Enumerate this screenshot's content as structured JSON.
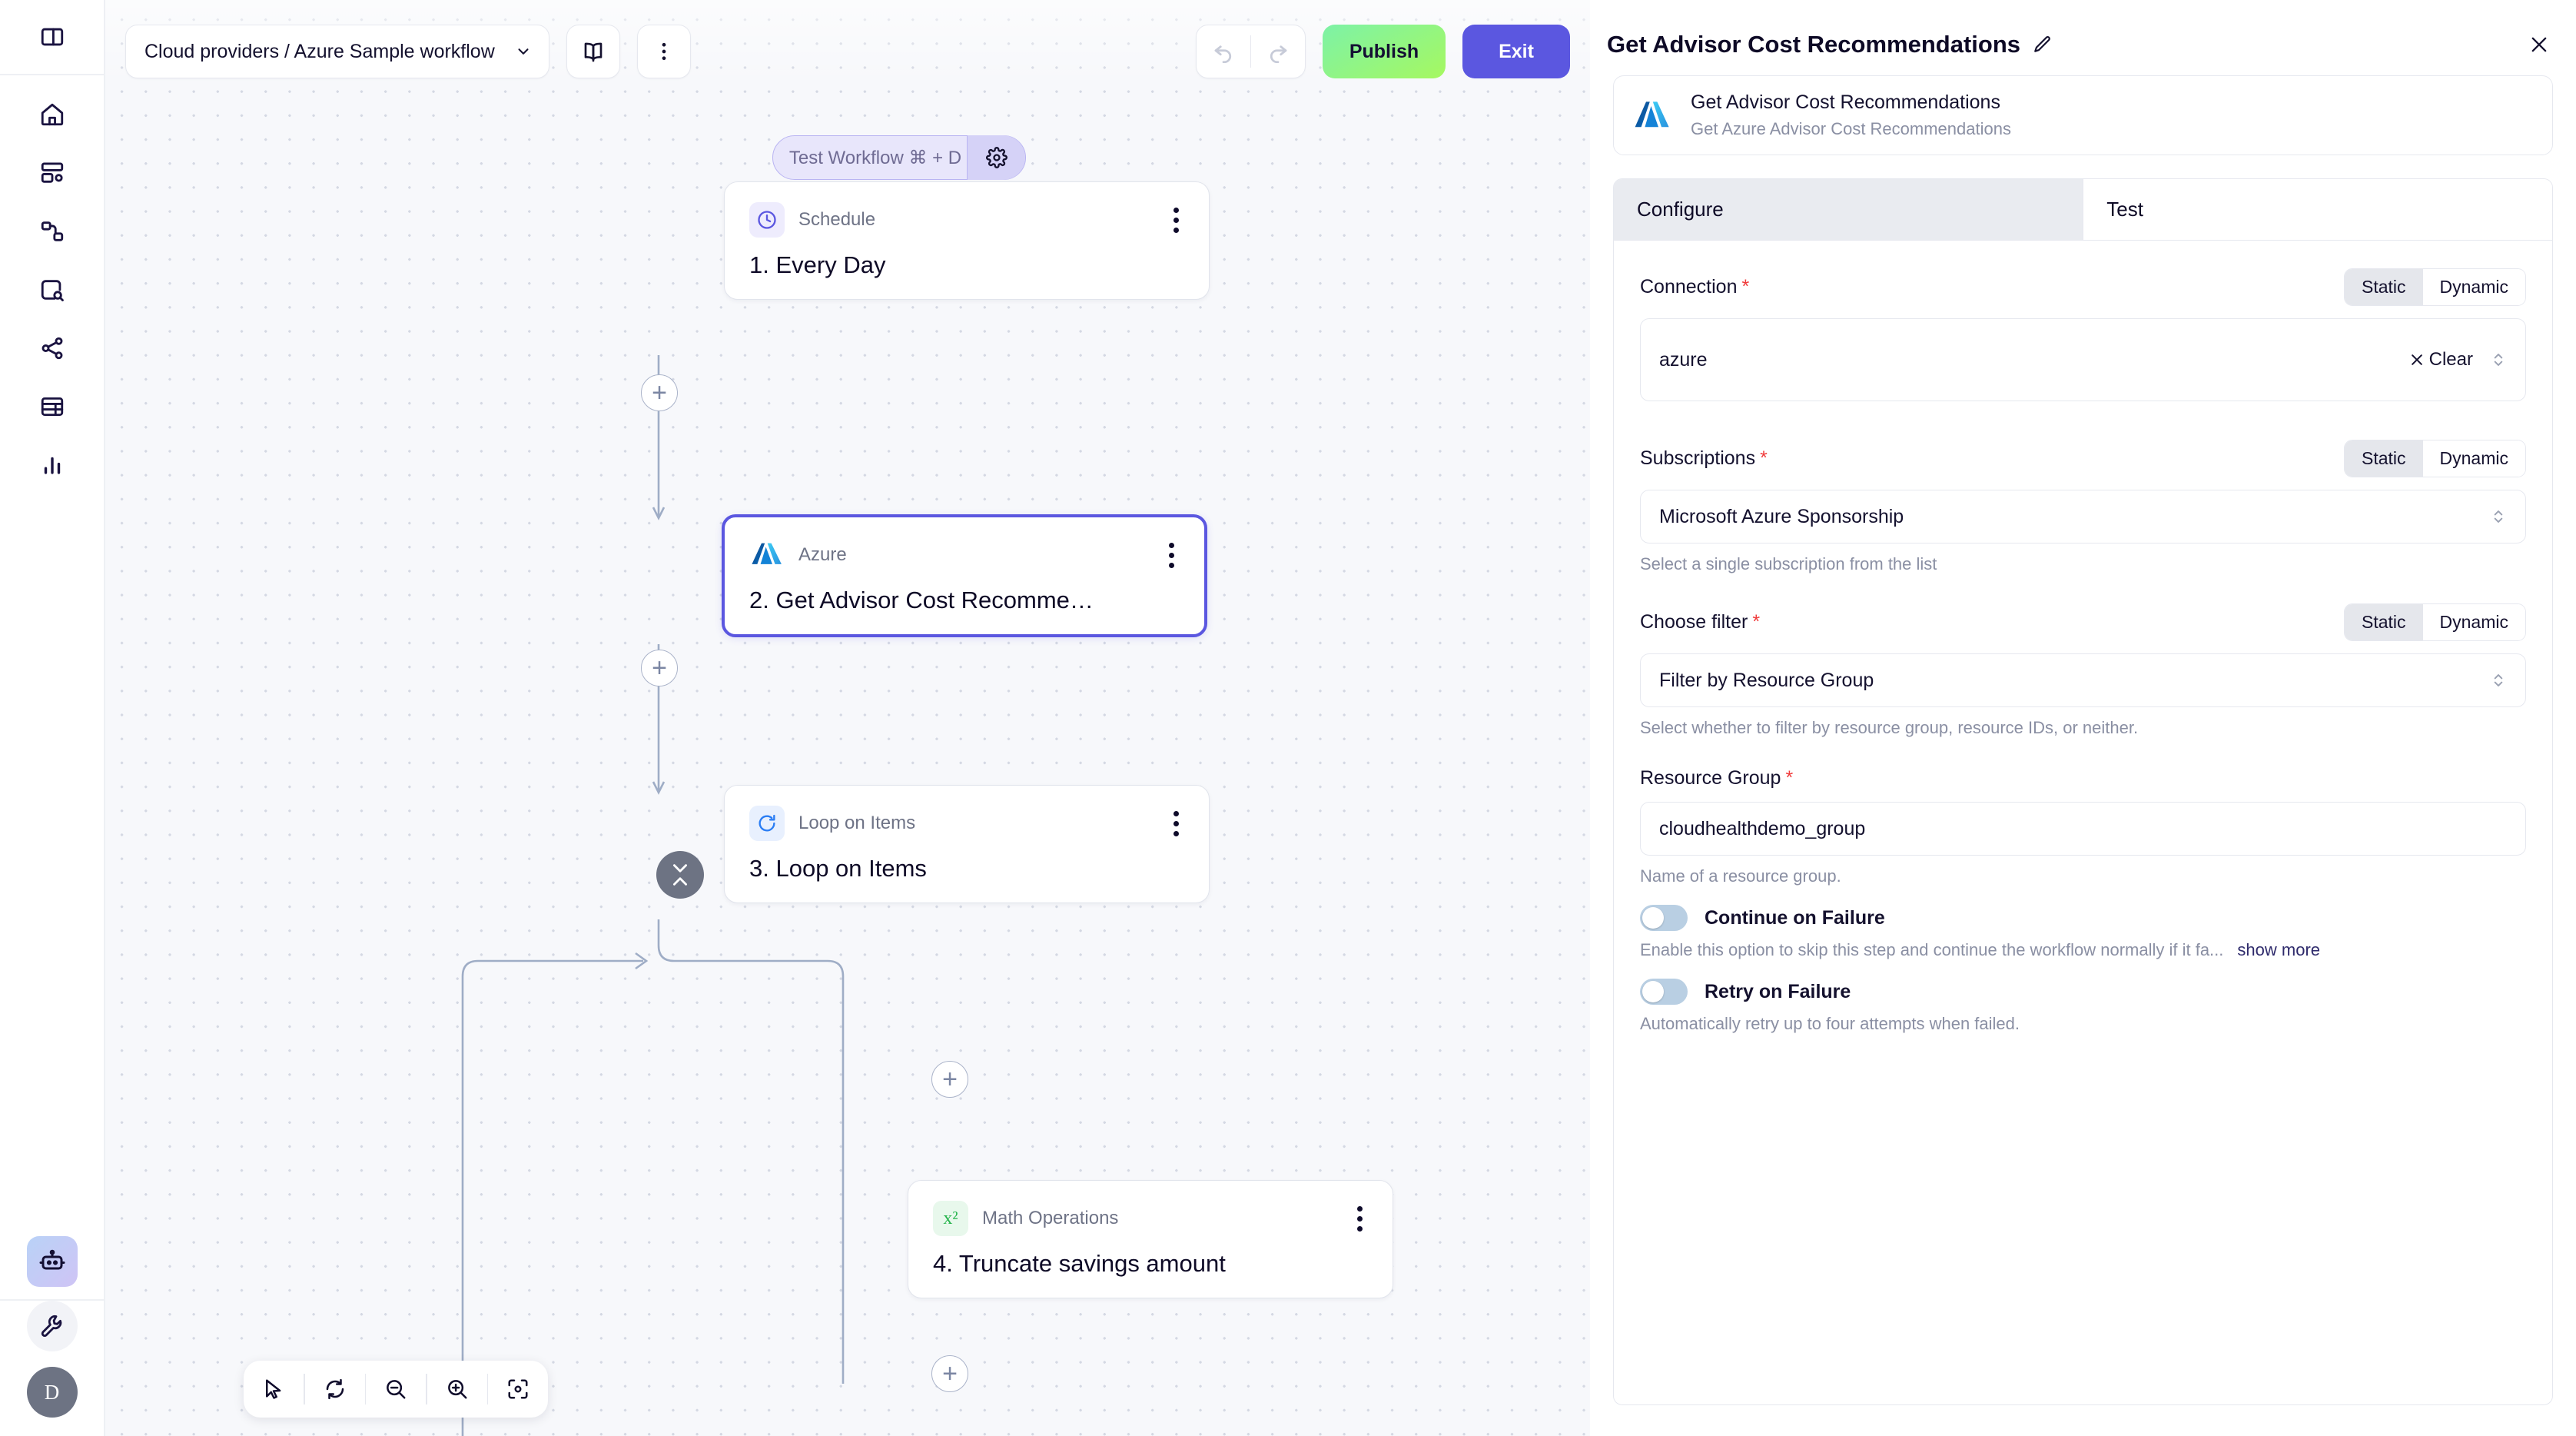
{
  "rail": {
    "toggle_sidebar_icon": "panel-toggle-icon",
    "items": [
      {
        "icon": "home-icon",
        "name": "home"
      },
      {
        "icon": "dashboard-settings-icon",
        "name": "dashboards"
      },
      {
        "icon": "workflows-icon",
        "name": "workflows"
      },
      {
        "icon": "search-box-icon",
        "name": "explore"
      },
      {
        "icon": "share-nodes-icon",
        "name": "integrations"
      },
      {
        "icon": "table-icon",
        "name": "tables"
      },
      {
        "icon": "bar-chart-icon",
        "name": "analytics"
      }
    ],
    "bottom": [
      {
        "icon": "robot-icon",
        "name": "assistant"
      },
      {
        "icon": "wrench-icon",
        "name": "tools"
      }
    ],
    "avatar_initial": "D"
  },
  "toolbar": {
    "workflow_path": "Cloud providers / Azure Sample workflow",
    "chevron_icon": "chevron-down-icon",
    "book_icon": "book-icon",
    "more_icon": "kebab-menu-icon",
    "undo_icon": "undo-icon",
    "redo_icon": "redo-icon",
    "publish_label": "Publish",
    "exit_label": "Exit",
    "publish_color": "#a6f860",
    "exit_color": "#5b57e0"
  },
  "canvas": {
    "test_pill": {
      "label": "Test Workflow ⌘ + D",
      "gear_icon": "gear-icon"
    },
    "nodes": [
      {
        "type": "Schedule",
        "title": "1. Every Day",
        "badge_icon": "clock-icon",
        "selected": false
      },
      {
        "type": "Azure",
        "title": "2. Get Advisor Cost Recomme…",
        "badge_icon": "azure-logo-icon",
        "selected": true
      },
      {
        "type": "Loop on Items",
        "title": "3. Loop on Items",
        "badge_icon": "refresh-loop-icon",
        "selected": false
      },
      {
        "type": "Math Operations",
        "title": "4. Truncate savings amount",
        "badge_icon": "x-squared-icon",
        "selected": false
      }
    ],
    "add_button_icon": "plus-icon",
    "collapse_icon": "collapse-chevrons-icon",
    "bottom_tools": [
      {
        "icon": "cursor-arrow-icon",
        "name": "select-tool"
      },
      {
        "icon": "reset-view-icon",
        "name": "reset-view-tool"
      },
      {
        "icon": "zoom-out-icon",
        "name": "zoom-out-tool"
      },
      {
        "icon": "zoom-in-icon",
        "name": "zoom-in-tool"
      },
      {
        "icon": "fit-view-icon",
        "name": "fit-view-tool"
      }
    ]
  },
  "panel": {
    "title": "Get Advisor Cost Recommendations",
    "edit_icon": "pencil-icon",
    "close_icon": "close-icon",
    "app_card": {
      "logo_icon": "azure-logo-icon",
      "name": "Get Advisor Cost Recommendations",
      "description": "Get Azure Advisor Cost Recommendations"
    },
    "tabs": [
      {
        "label": "Configure",
        "active": true
      },
      {
        "label": "Test",
        "active": false
      }
    ],
    "seg_static": "Static",
    "seg_dynamic": "Dynamic",
    "fields": [
      {
        "label": "Connection",
        "required": "*",
        "value": "azure",
        "clear_label": "Clear",
        "clear_icon": "x-icon",
        "help": ""
      },
      {
        "label": "Subscriptions",
        "required": "*",
        "value": "Microsoft Azure Sponsorship",
        "help": "Select a single subscription from the list"
      },
      {
        "label": "Choose filter",
        "required": "*",
        "value": "Filter by Resource Group",
        "help": "Select whether to filter by resource group, resource IDs, or neither."
      },
      {
        "label": "Resource Group",
        "required": "*",
        "value": "cloudhealthdemo_group",
        "help": "Name of a resource group."
      }
    ],
    "toggles": [
      {
        "label": "Continue on Failure",
        "help": "Enable this option to skip this step and continue the workflow normally if it fa...",
        "show_more": "show more",
        "on": false
      },
      {
        "label": "Retry on Failure",
        "help": "Automatically retry up to four attempts when failed.",
        "show_more": "",
        "on": false
      }
    ]
  }
}
